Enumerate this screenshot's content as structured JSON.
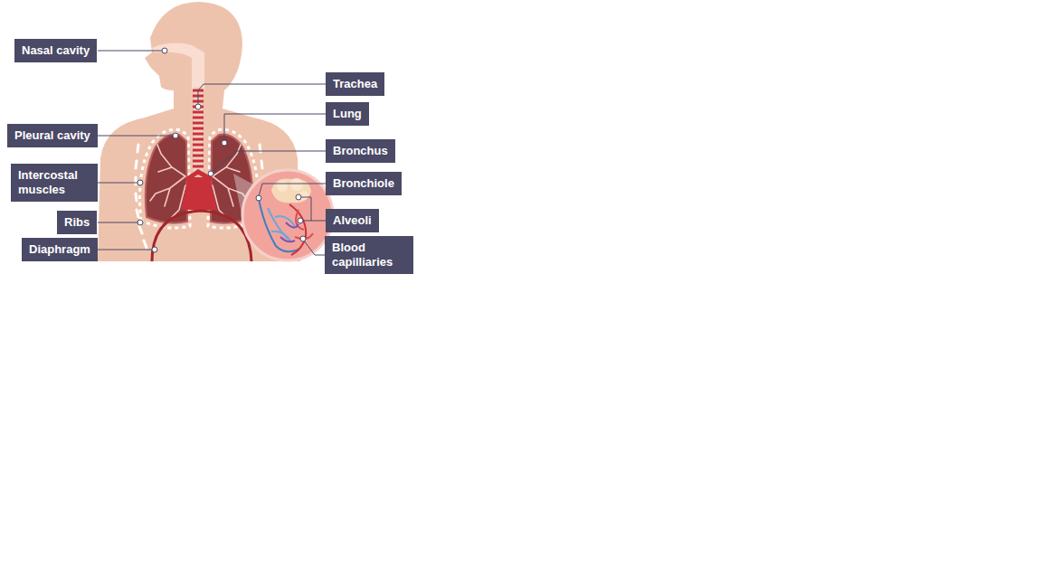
{
  "diagram": {
    "nodes": [
      {
        "text": [
          "Nasal cavity"
        ]
      },
      {
        "text": [
          "Trachea"
        ]
      },
      {
        "text": [
          "Lung"
        ]
      },
      {
        "text": [
          "Pleural cavity"
        ]
      },
      {
        "text": [
          "Bronchus"
        ]
      },
      {
        "text": [
          "Intercostal muscles"
        ]
      },
      {
        "text": [
          "Bronchiole"
        ]
      },
      {
        "text": [
          "Ribs"
        ]
      },
      {
        "text": [
          "Alveoli"
        ]
      },
      {
        "text": [
          "Diaphragm"
        ]
      },
      {
        "text": [
          "Blood capilliaries"
        ]
      }
    ]
  }
}
